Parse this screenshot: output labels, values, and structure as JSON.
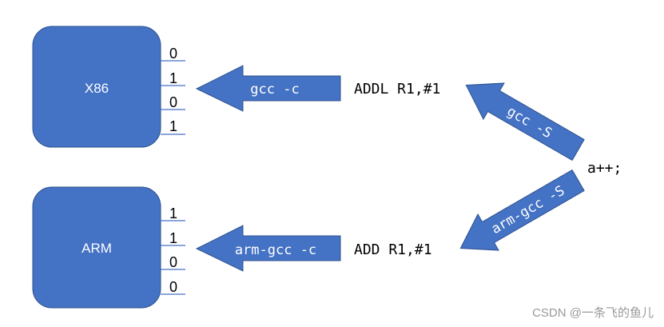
{
  "colors": {
    "box_fill": "#4472c4",
    "box_stroke": "#2f528f",
    "arrow_fill": "#4472c4",
    "arrow_stroke": "#2f528f",
    "bit_line": "#4472c4",
    "text_dark": "#000000",
    "text_light": "#ffffff",
    "watermark": "#999999"
  },
  "processors": [
    {
      "label": "X86",
      "bits": [
        "0",
        "1",
        "0",
        "1"
      ]
    },
    {
      "label": "ARM",
      "bits": [
        "1",
        "1",
        "0",
        "0"
      ]
    }
  ],
  "source_code": "a++;",
  "assembly": {
    "x86": "ADDL R1,#1",
    "arm": "ADD R1,#1"
  },
  "arrows": {
    "x86_compile": "gcc -c",
    "arm_compile": "arm-gcc -c",
    "x86_assemble": "gcc -S",
    "arm_assemble": "arm-gcc -S"
  },
  "watermark": "CSDN @一条飞的鱼儿"
}
